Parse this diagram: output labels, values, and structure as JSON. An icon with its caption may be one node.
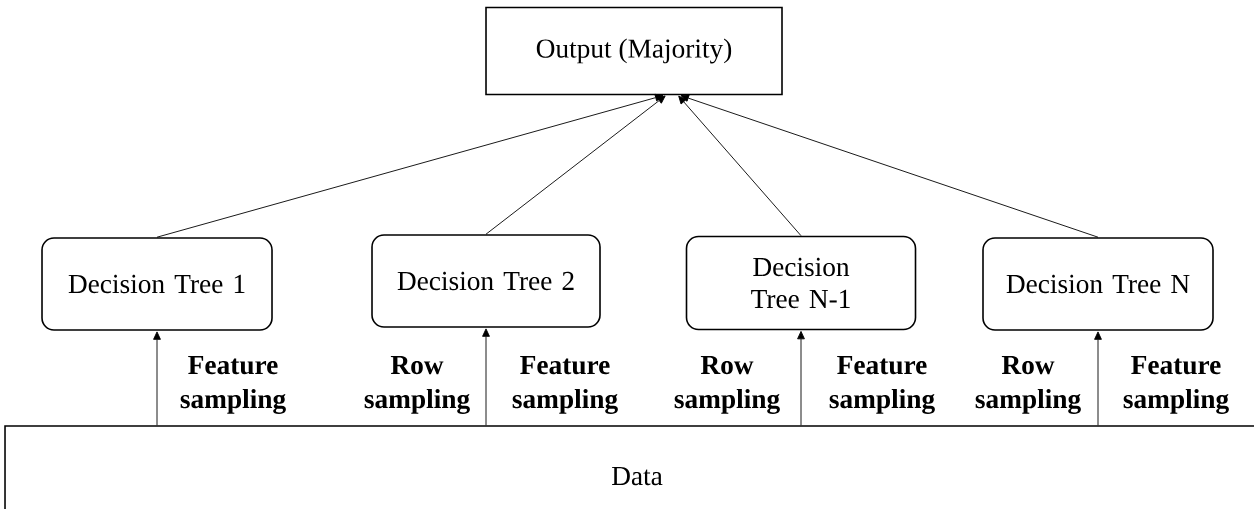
{
  "diagram": {
    "nodes": [
      {
        "text": [
          "Output (Majority)"
        ]
      },
      {
        "text": [
          "Decision Tree 1"
        ]
      },
      {
        "text": [
          "Decision Tree 2"
        ]
      },
      {
        "text": [
          "Decision Tree N-1"
        ]
      },
      {
        "text": [
          "Decision Tree N"
        ]
      },
      {
        "text": [
          "Data"
        ]
      }
    ],
    "edges": [
      {
        "from": 5,
        "to": 1,
        "arrow": "to"
      },
      {
        "from": 5,
        "to": 2,
        "arrow": "to"
      },
      {
        "from": 5,
        "to": 3,
        "arrow": "to"
      },
      {
        "from": 5,
        "to": 4,
        "arrow": "to"
      },
      {
        "from": 1,
        "to": 0,
        "arrow": "to"
      },
      {
        "from": 2,
        "to": 0,
        "arrow": "to"
      },
      {
        "from": 3,
        "to": 0,
        "arrow": "to"
      },
      {
        "from": 4,
        "to": 0,
        "arrow": "to"
      }
    ],
    "labels": [
      "Feature sampling",
      "Row sampling",
      "Feature sampling",
      "Row sampling",
      "Feature sampling",
      "Row sampling",
      "Feature sampling"
    ]
  }
}
